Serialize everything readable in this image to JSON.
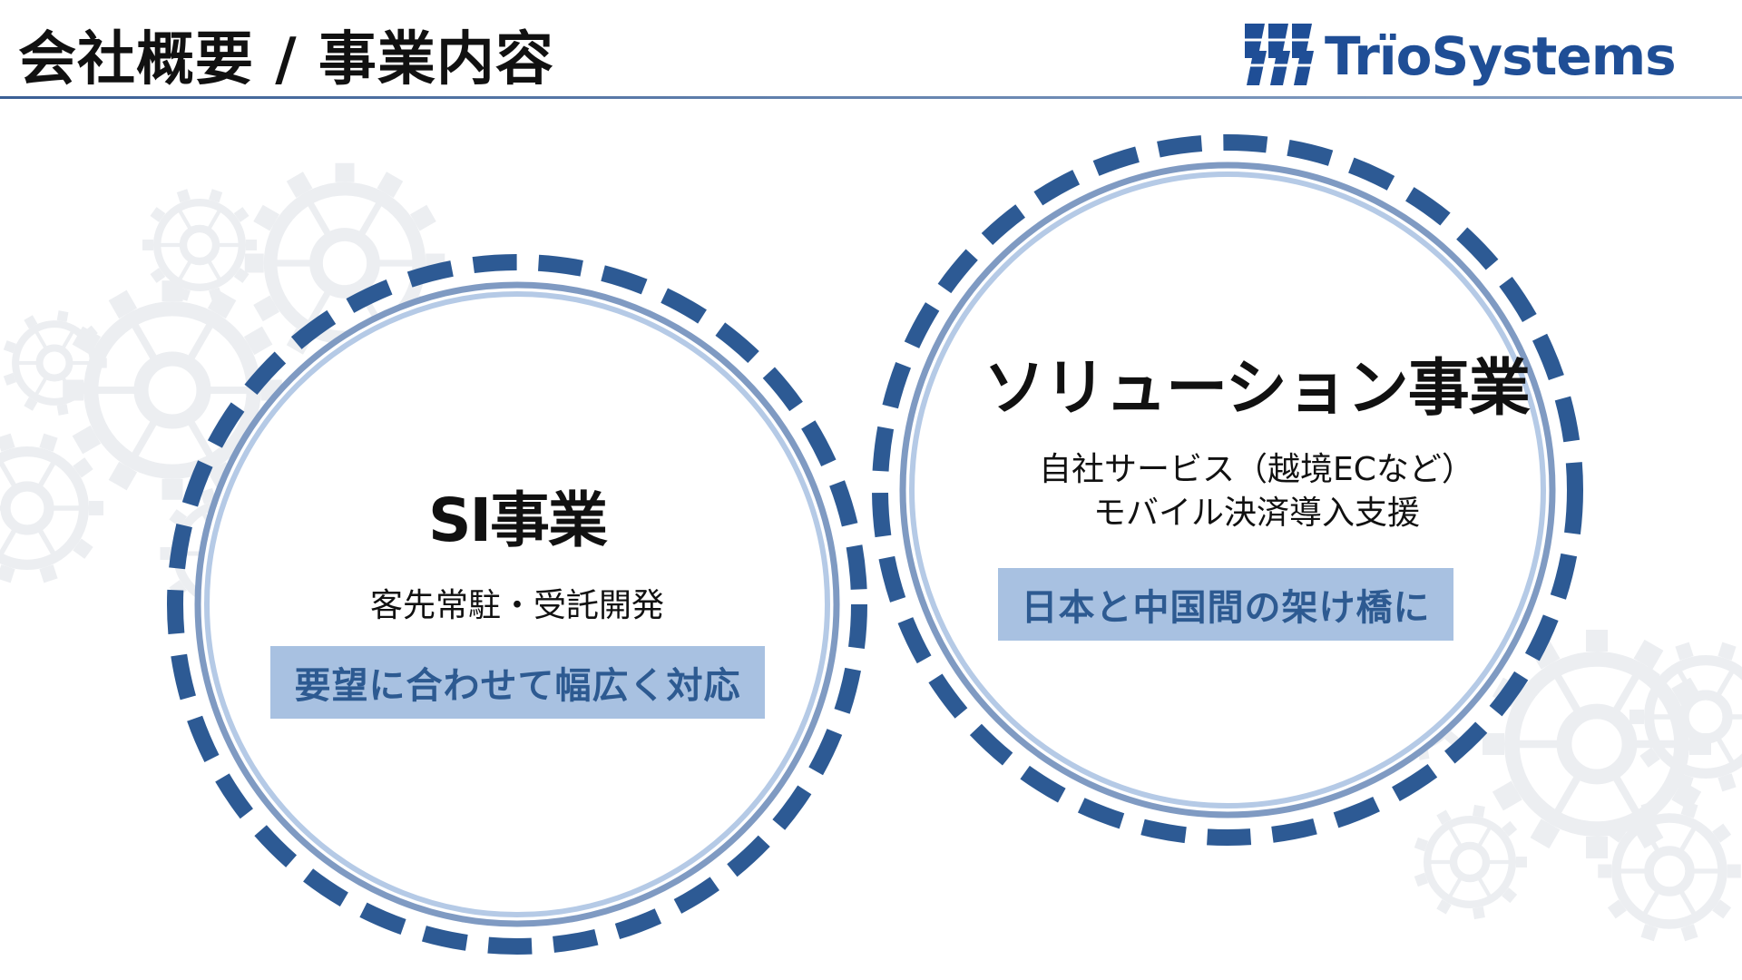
{
  "header": {
    "title": "会社概要 / 事業内容"
  },
  "logo": {
    "name": "TrïoSystems",
    "mark_icon": "triple-3-logo-icon",
    "color": "#1f4e96"
  },
  "colors": {
    "dash_ring": "#2d5a94",
    "inner_ring": "#7f9ac2",
    "light_ring": "#b5cae6",
    "highlight_box": "#a8c1e1",
    "highlight_text": "#2d5a91"
  },
  "si": {
    "title": "SI事業",
    "subtitle": "客先常駐・受託開発",
    "highlight": "要望に合わせて幅広く対応"
  },
  "solution": {
    "title": "ソリューション事業",
    "line1": "自社サービス（越境ECなど）",
    "line2": "モバイル決済導入支援",
    "highlight": "日本と中国間の架け橋に"
  }
}
